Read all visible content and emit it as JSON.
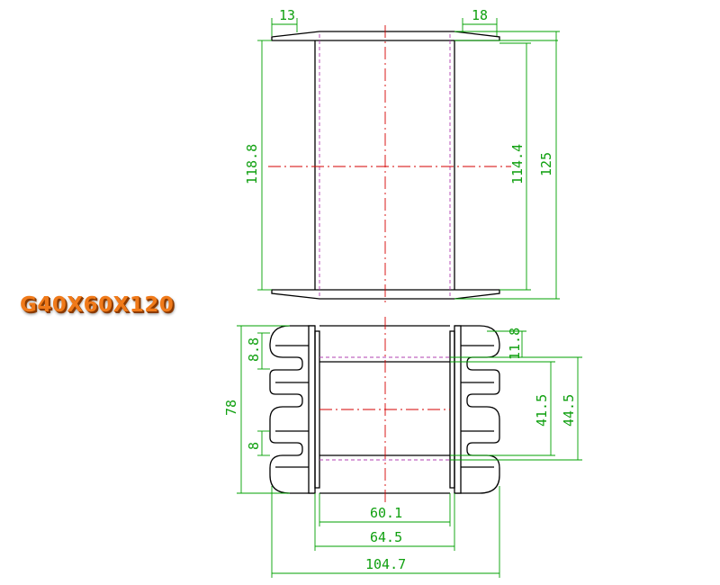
{
  "label": "G40X60X120",
  "colors": {
    "label": "#f07a1a",
    "outline": "#000000",
    "centerline": "#d40000",
    "hidden": "#b040b0",
    "dimension": "#00a000"
  },
  "dimensions": {
    "top_flange_left": "13",
    "top_flange_right": "18",
    "left_height": "118.8",
    "inner_height": "114.4",
    "outer_height": "125",
    "slot_pitch_upper": "8.8",
    "slot_pitch_lower": "8",
    "overall_height": "78",
    "slot_width": "11.8",
    "window_height": "41.5",
    "core_height": "44.5",
    "inner_width": "60.1",
    "tube_width": "64.5",
    "overall_width": "104.7"
  }
}
